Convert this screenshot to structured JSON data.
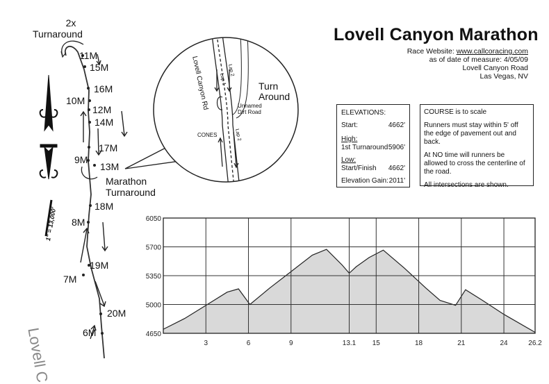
{
  "title": "Lovell Canyon Marathon",
  "race_info": {
    "website_label": "Race Website: ",
    "website_url": "www.callcoracing.com",
    "measure_date": "as of date of measure: 4/05/09",
    "road": "Lovell Canyon Road",
    "city": "Las Vegas, NV"
  },
  "elevations": {
    "heading": "ELEVATIONS:",
    "start_label": "Start:",
    "start_value": "4662'",
    "high_label": "High:",
    "high_point": "1st Turnaround",
    "high_value": "5906'",
    "low_label": "Low:",
    "low_point": "Start/Finish",
    "low_value": "4662'",
    "gain_label": "Elevation Gain:",
    "gain_value": "2011'"
  },
  "course_notes": {
    "heading": "COURSE is to scale",
    "note1": "Runners must stay within 5' off the edge of pavement out and back.",
    "note2": "At NO time will runners be allowed to cross the centerline of the road.",
    "note3": "All intersections are shown."
  },
  "map": {
    "turnaround_top_line1": "2x",
    "turnaround_top_line2": "Turnaround",
    "marathon_turnaround_line1": "Marathon",
    "marathon_turnaround_line2": "Turnaround",
    "road_name": "Lovell C",
    "scale": "1\" = 13,000'",
    "mile_markers": [
      "11M",
      "15M",
      "16M",
      "10M",
      "12M",
      "14M",
      "17M",
      "9M",
      "13M",
      "18M",
      "8M",
      "19M",
      "7M",
      "20M",
      "6M"
    ]
  },
  "inset": {
    "road_label": "Lovell Canyon Rd",
    "turn_around_line1": "Turn",
    "turn_around_line2": "Around",
    "dirt_road_line1": "Unnamed",
    "dirt_road_line2": "Dirt Road",
    "cones": "CONES",
    "lap1": "Lap 1",
    "lap2": "Lap 2"
  },
  "chart_data": {
    "type": "area",
    "x": [
      0,
      1.5,
      3,
      4.5,
      5.3,
      6.1,
      7.5,
      9,
      10.5,
      11.5,
      12.6,
      13.1,
      13.6,
      14.5,
      15.5,
      17,
      18.5,
      19.5,
      20.6,
      21.3,
      22.5,
      24,
      26.2
    ],
    "y": [
      4700,
      4830,
      4990,
      5150,
      5190,
      5000,
      5200,
      5400,
      5600,
      5670,
      5480,
      5380,
      5460,
      5570,
      5660,
      5440,
      5200,
      5050,
      4990,
      5180,
      5050,
      4880,
      4662
    ],
    "xticks": [
      "3",
      "6",
      "9",
      "13.1",
      "15",
      "18",
      "21",
      "24",
      "26.2"
    ],
    "xtick_values": [
      3,
      6,
      9,
      13.1,
      15,
      18,
      21,
      24,
      26.2
    ],
    "yticks": [
      "4650",
      "5000",
      "5350",
      "5700",
      "6050"
    ],
    "ytick_values": [
      4650,
      5000,
      5350,
      5700,
      6050
    ],
    "xlim": [
      0,
      26.2
    ],
    "ylim": [
      4650,
      6050
    ],
    "grid": true,
    "fill_color": "#d9d9d9",
    "line_color": "#222222"
  }
}
